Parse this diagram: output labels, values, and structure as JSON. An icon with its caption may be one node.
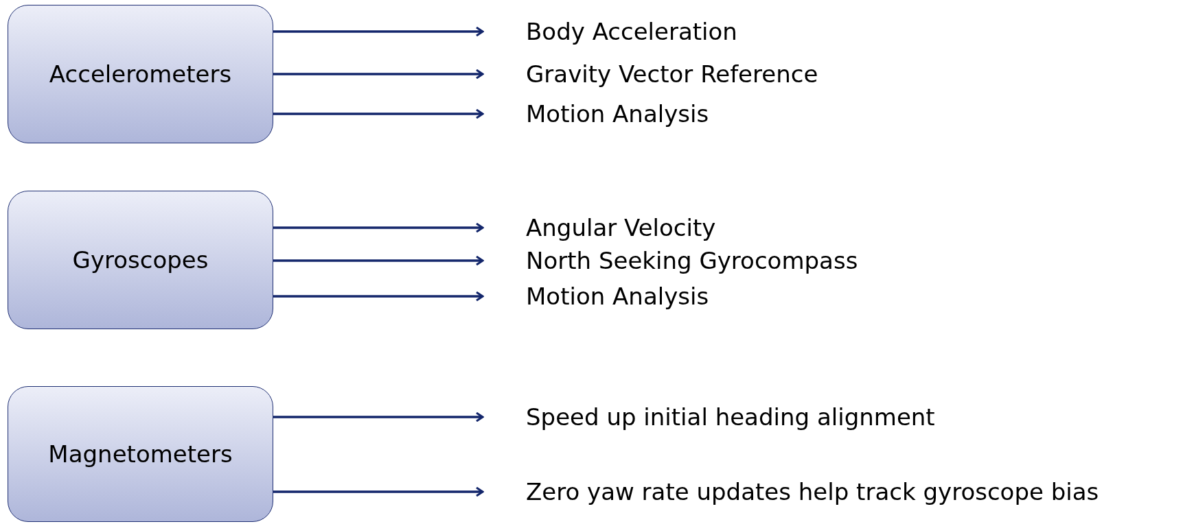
{
  "diagram": {
    "nodes": [
      {
        "text": [
          "Accelerometers"
        ]
      },
      {
        "text": [
          "Body Acceleration"
        ]
      },
      {
        "text": [
          "Gravity Vector Reference"
        ]
      },
      {
        "text": [
          "Motion Analysis"
        ]
      },
      {
        "text": [
          "Gyroscopes"
        ]
      },
      {
        "text": [
          "Angular Velocity"
        ]
      },
      {
        "text": [
          "North Seeking Gyrocompass"
        ]
      },
      {
        "text": [
          "Motion Analysis"
        ]
      },
      {
        "text": [
          "Magnetometers"
        ]
      },
      {
        "text": [
          "Speed up initial heading alignment"
        ]
      },
      {
        "text": [
          "Zero yaw rate updates help track gyroscope bias"
        ]
      }
    ],
    "edges": [
      {
        "from": 0,
        "to": 1,
        "arrow": "to"
      },
      {
        "from": 0,
        "to": 2,
        "arrow": "to"
      },
      {
        "from": 0,
        "to": 3,
        "arrow": "to"
      },
      {
        "from": 4,
        "to": 5,
        "arrow": "to"
      },
      {
        "from": 4,
        "to": 6,
        "arrow": "to"
      },
      {
        "from": 4,
        "to": 7,
        "arrow": "to"
      },
      {
        "from": 8,
        "to": 9,
        "arrow": "to"
      },
      {
        "from": 8,
        "to": 10,
        "arrow": "to"
      }
    ]
  }
}
